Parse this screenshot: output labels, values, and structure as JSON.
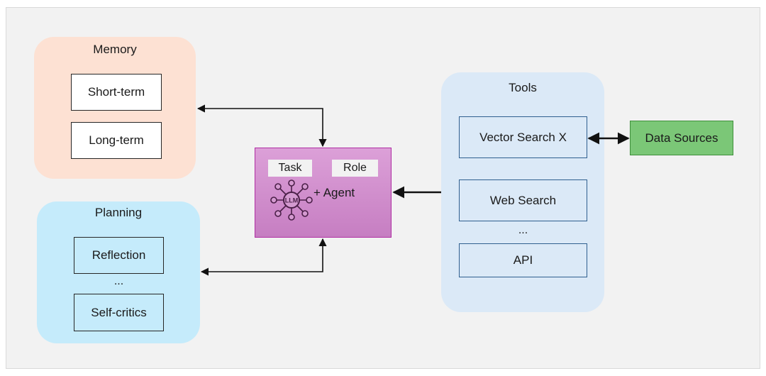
{
  "memory": {
    "title": "Memory",
    "items": [
      "Short-term",
      "Long-term"
    ]
  },
  "planning": {
    "title": "Planning",
    "items": [
      "Reflection",
      "Self-critics"
    ],
    "ellipsis": "..."
  },
  "agent": {
    "task": "Task",
    "role": "Role",
    "llm": "LLM",
    "label": "+ Agent"
  },
  "tools": {
    "title": "Tools",
    "items": [
      "Vector Search X",
      "Web Search",
      "API"
    ],
    "ellipsis": "..."
  },
  "data_sources": {
    "label": "Data Sources"
  },
  "colors": {
    "memory_bg": "#fde1d3",
    "planning_bg": "#c5ebfb",
    "tools_bg": "#dbe9f7",
    "agent_top": "#dca0d8",
    "agent_bottom": "#c67ec2",
    "agent_border": "#b02ea3",
    "data_sources_bg": "#7bc777"
  },
  "icons": {
    "llm": "llm-network-icon"
  }
}
